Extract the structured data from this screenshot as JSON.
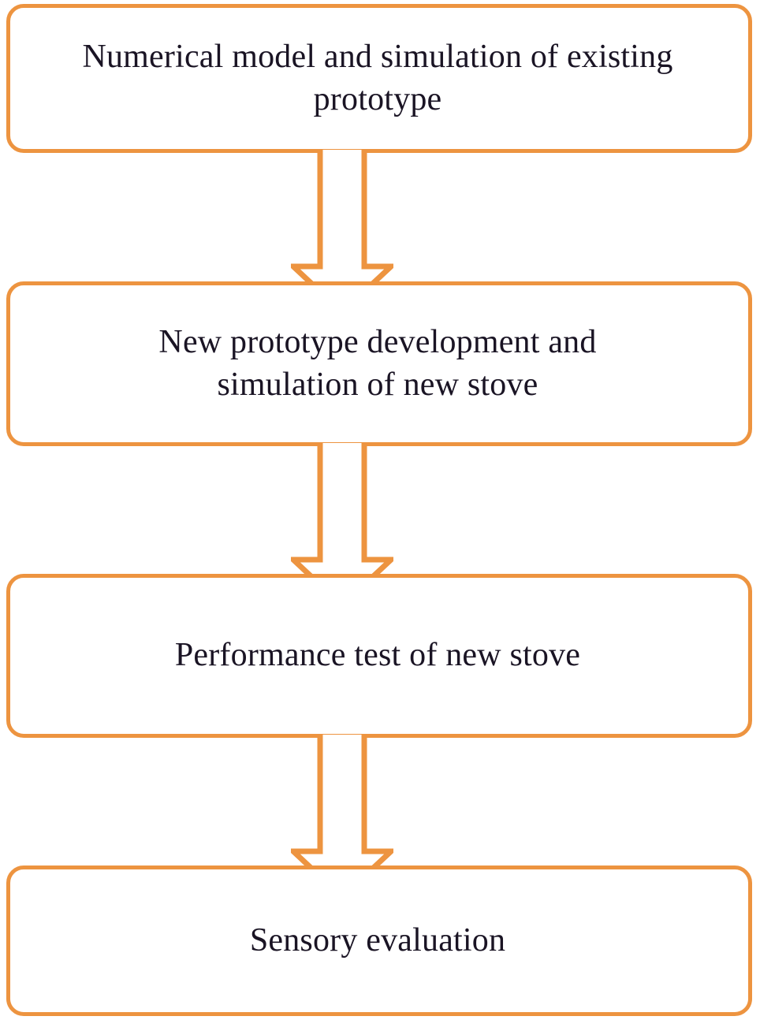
{
  "diagram": {
    "type": "flowchart",
    "orientation": "top-to-bottom",
    "accent_color": "#ED9440",
    "text_color": "#1A1424",
    "background_color": "#FFFFFF",
    "nodes": [
      {
        "id": "numerical-model",
        "label": "Numerical model and simulation of existing\nprototype",
        "shape": "rounded-rectangle"
      },
      {
        "id": "new-prototype",
        "label": "New prototype development and\nsimulation of new stove",
        "shape": "rounded-rectangle"
      },
      {
        "id": "performance-test",
        "label": "Performance test of new stove",
        "shape": "rounded-rectangle"
      },
      {
        "id": "sensory-evaluation",
        "label": "Sensory evaluation",
        "shape": "rounded-rectangle"
      }
    ],
    "connectors": [
      {
        "id": "arrow-1",
        "from": "numerical-model",
        "to": "new-prototype",
        "style": "hollow-block-arrow",
        "direction": "down"
      },
      {
        "id": "arrow-2",
        "from": "new-prototype",
        "to": "performance-test",
        "style": "hollow-block-arrow",
        "direction": "down"
      },
      {
        "id": "arrow-3",
        "from": "performance-test",
        "to": "sensory-evaluation",
        "style": "hollow-block-arrow",
        "direction": "down"
      }
    ]
  }
}
